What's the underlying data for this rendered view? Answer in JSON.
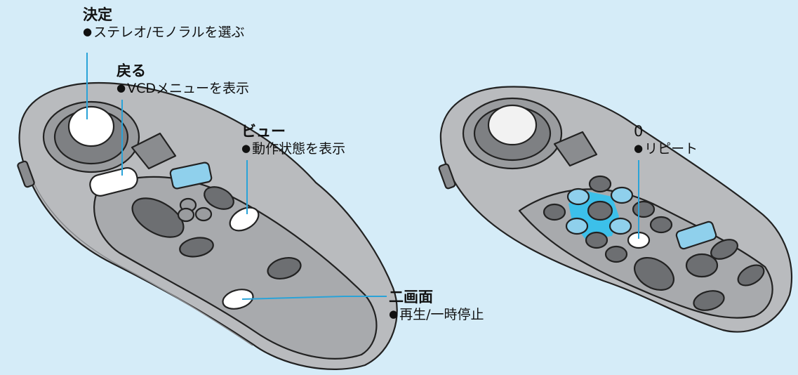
{
  "callouts": {
    "kettei": {
      "title": "決定",
      "desc": "ステレオ/モノラルを選ぶ"
    },
    "modoru": {
      "title": "戻る",
      "desc": "VCDメニューを表示"
    },
    "view": {
      "title": "ビュー",
      "desc": "動作状態を表示"
    },
    "nigamen": {
      "title": "二画面",
      "desc": "再生/一時停止"
    },
    "zero": {
      "title": "0",
      "desc": "リピート"
    }
  },
  "colors": {
    "background": "#d5ecf8",
    "leader_line": "#2aa3d8",
    "remote_body": "#b9bbbe",
    "button_blue": "#8fd0ec",
    "highlight_cross": "#3cc0ea",
    "button_dark": "#6d6f72",
    "button_white": "#ffffff"
  }
}
